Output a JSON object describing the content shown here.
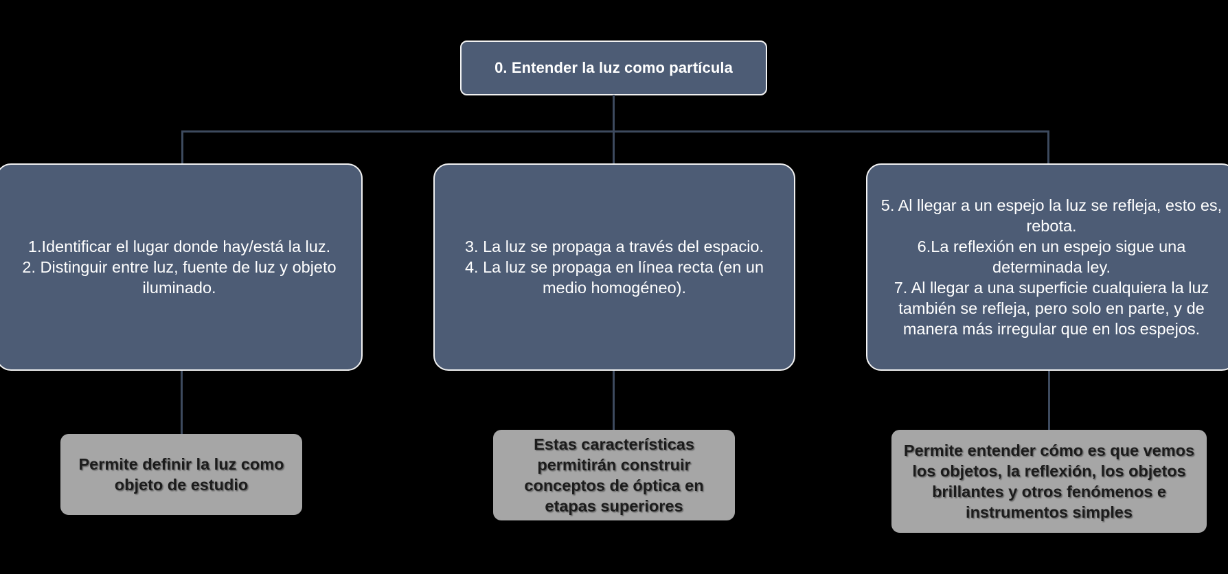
{
  "diagram": {
    "type": "hierarchy-flowchart",
    "background_color": "#000000",
    "node_blue_color": "#4D5C75",
    "node_blue_border_color": "#F2F2F2",
    "node_gray_color": "#A6A6A6",
    "connector_color": "#3D4A5E",
    "root": {
      "label": "0. Entender la luz como partícula"
    },
    "branches": [
      {
        "lines": [
          "1.Identificar el lugar donde hay/está la luz.",
          "2. Distinguir entre luz, fuente de luz y objeto iluminado."
        ],
        "outcome": "Permite definir la luz como objeto de estudio"
      },
      {
        "lines": [
          "3. La luz se propaga a través del espacio.",
          "4. La luz se propaga en línea recta (en un medio homogéneo)."
        ],
        "outcome": "Estas características permitirán construir conceptos de óptica en etapas superiores"
      },
      {
        "lines": [
          "5. Al llegar a un espejo la luz se refleja, esto es, rebota.",
          "6.La reflexión en un espejo sigue una determinada ley.",
          "7. Al llegar a una superficie cualquiera la luz también se refleja, pero solo en parte, y de manera más irregular que en los espejos."
        ],
        "outcome": "Permite entender cómo es que vemos los objetos, la reflexión, los objetos brillantes y otros fenómenos e instrumentos simples"
      }
    ]
  }
}
